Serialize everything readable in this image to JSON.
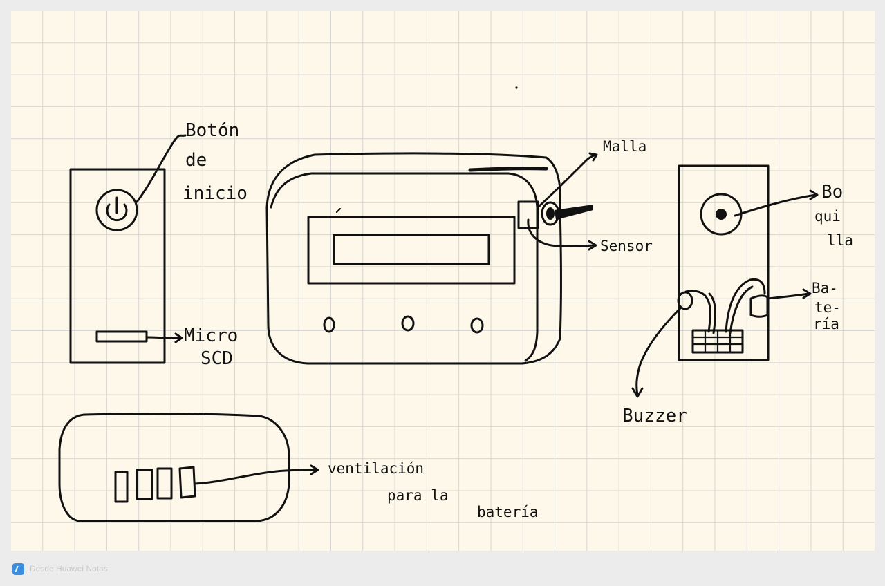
{
  "labels": {
    "boton_1": "Botón",
    "boton_2": "de",
    "boton_3": "inicio",
    "micro_1": "Micro",
    "micro_2": "SCD",
    "malla": "Malla",
    "sensor": "Sensor",
    "boquilla_1": "Bo",
    "boquilla_2": "qui",
    "boquilla_3": "lla",
    "bateria_1": "Ba-",
    "bateria_2": "te-",
    "bateria_3": "ría",
    "buzzer": "Buzzer",
    "vent_1": "ventilación",
    "vent_2": "para la",
    "vent_3": "batería"
  },
  "footer": {
    "source_text": "Desde Huawei Notas",
    "icon": "notes-app-icon"
  },
  "colors": {
    "ink": "#111111",
    "paper": "#fdf8e9",
    "grid": "#d6d6d2"
  }
}
